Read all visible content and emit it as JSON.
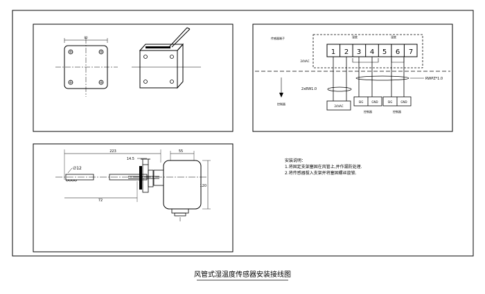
{
  "title": "风管式湿温度传感器安装接线图",
  "front_view": {
    "width_dim": "80"
  },
  "wiring": {
    "power_line_label": "24VAC",
    "top_left_label": "传感器端子",
    "group_label_1": "湿度",
    "group_label_2": "温度",
    "terminals": [
      "1",
      "2",
      "3",
      "4",
      "5",
      "6",
      "7"
    ],
    "cable_power": "2x8W1.0",
    "cable_signal": "RWPZ*1.0",
    "bottom_left_label": "控制器",
    "power_box": "24VAC",
    "box_left": {
      "t1": "SIG",
      "t2": "GND",
      "caption": "控制器"
    },
    "box_right": {
      "t1": "SIG",
      "t2": "GND",
      "caption": "控制器"
    }
  },
  "side_view": {
    "dim_total": "223",
    "dim_probe": "72",
    "dim_flange": "14.5",
    "dim_head": "55",
    "dim_height": "120",
    "probe_diameter": "∅12"
  },
  "notes": {
    "heading": "安装说明：",
    "items": [
      "1.将固定支架塞固在风管上,并作漏防处理.",
      "2.将传感器拔入支架并将塞固螺丝旋锁."
    ]
  }
}
